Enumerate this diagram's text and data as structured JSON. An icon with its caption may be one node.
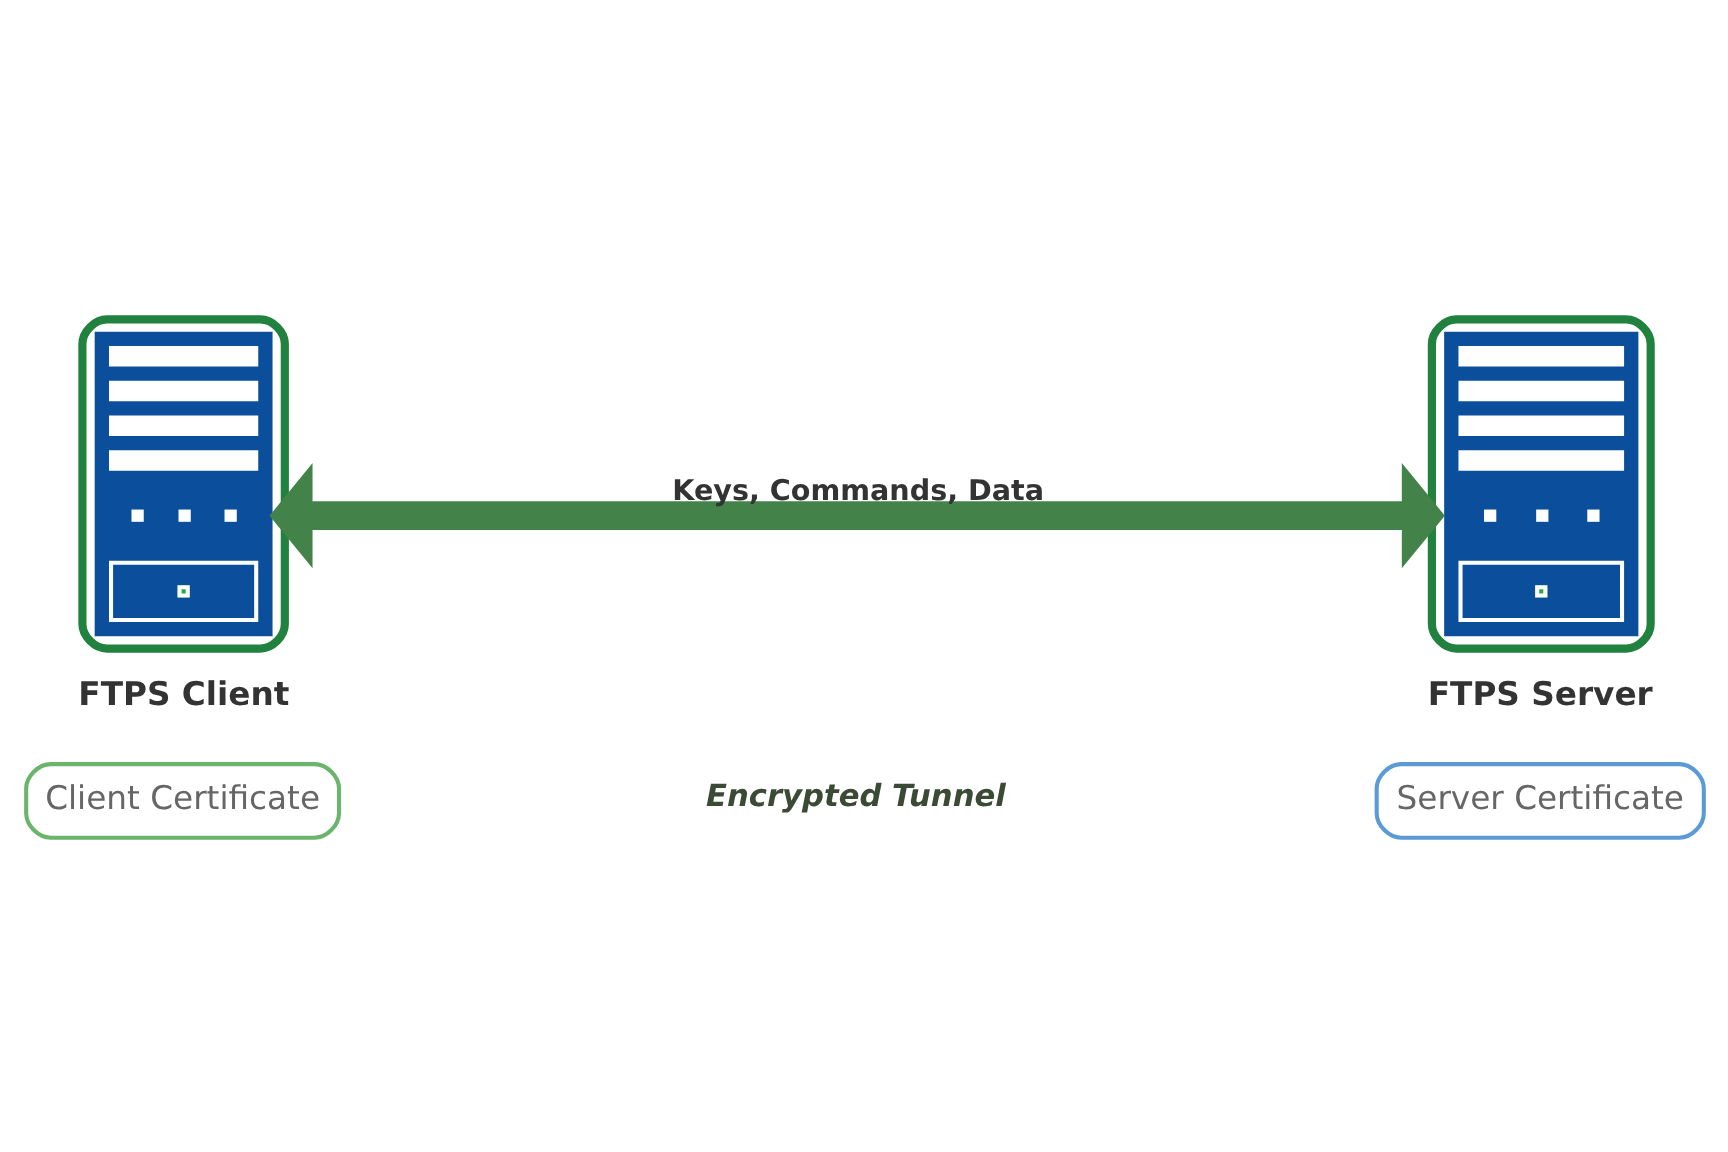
{
  "diagram": {
    "nodes": [
      {
        "text": [
          "FTPS Client"
        ]
      },
      {
        "text": [
          "FTPS Server"
        ]
      },
      {
        "text": [
          "Client Certificate"
        ]
      },
      {
        "text": [
          "Server Certificate"
        ]
      }
    ],
    "edges": [
      {
        "from": 0,
        "to": 1,
        "arrow": "both",
        "label": "Keys, Commands, Data"
      }
    ],
    "labels": [
      "Encrypted Tunnel"
    ]
  }
}
